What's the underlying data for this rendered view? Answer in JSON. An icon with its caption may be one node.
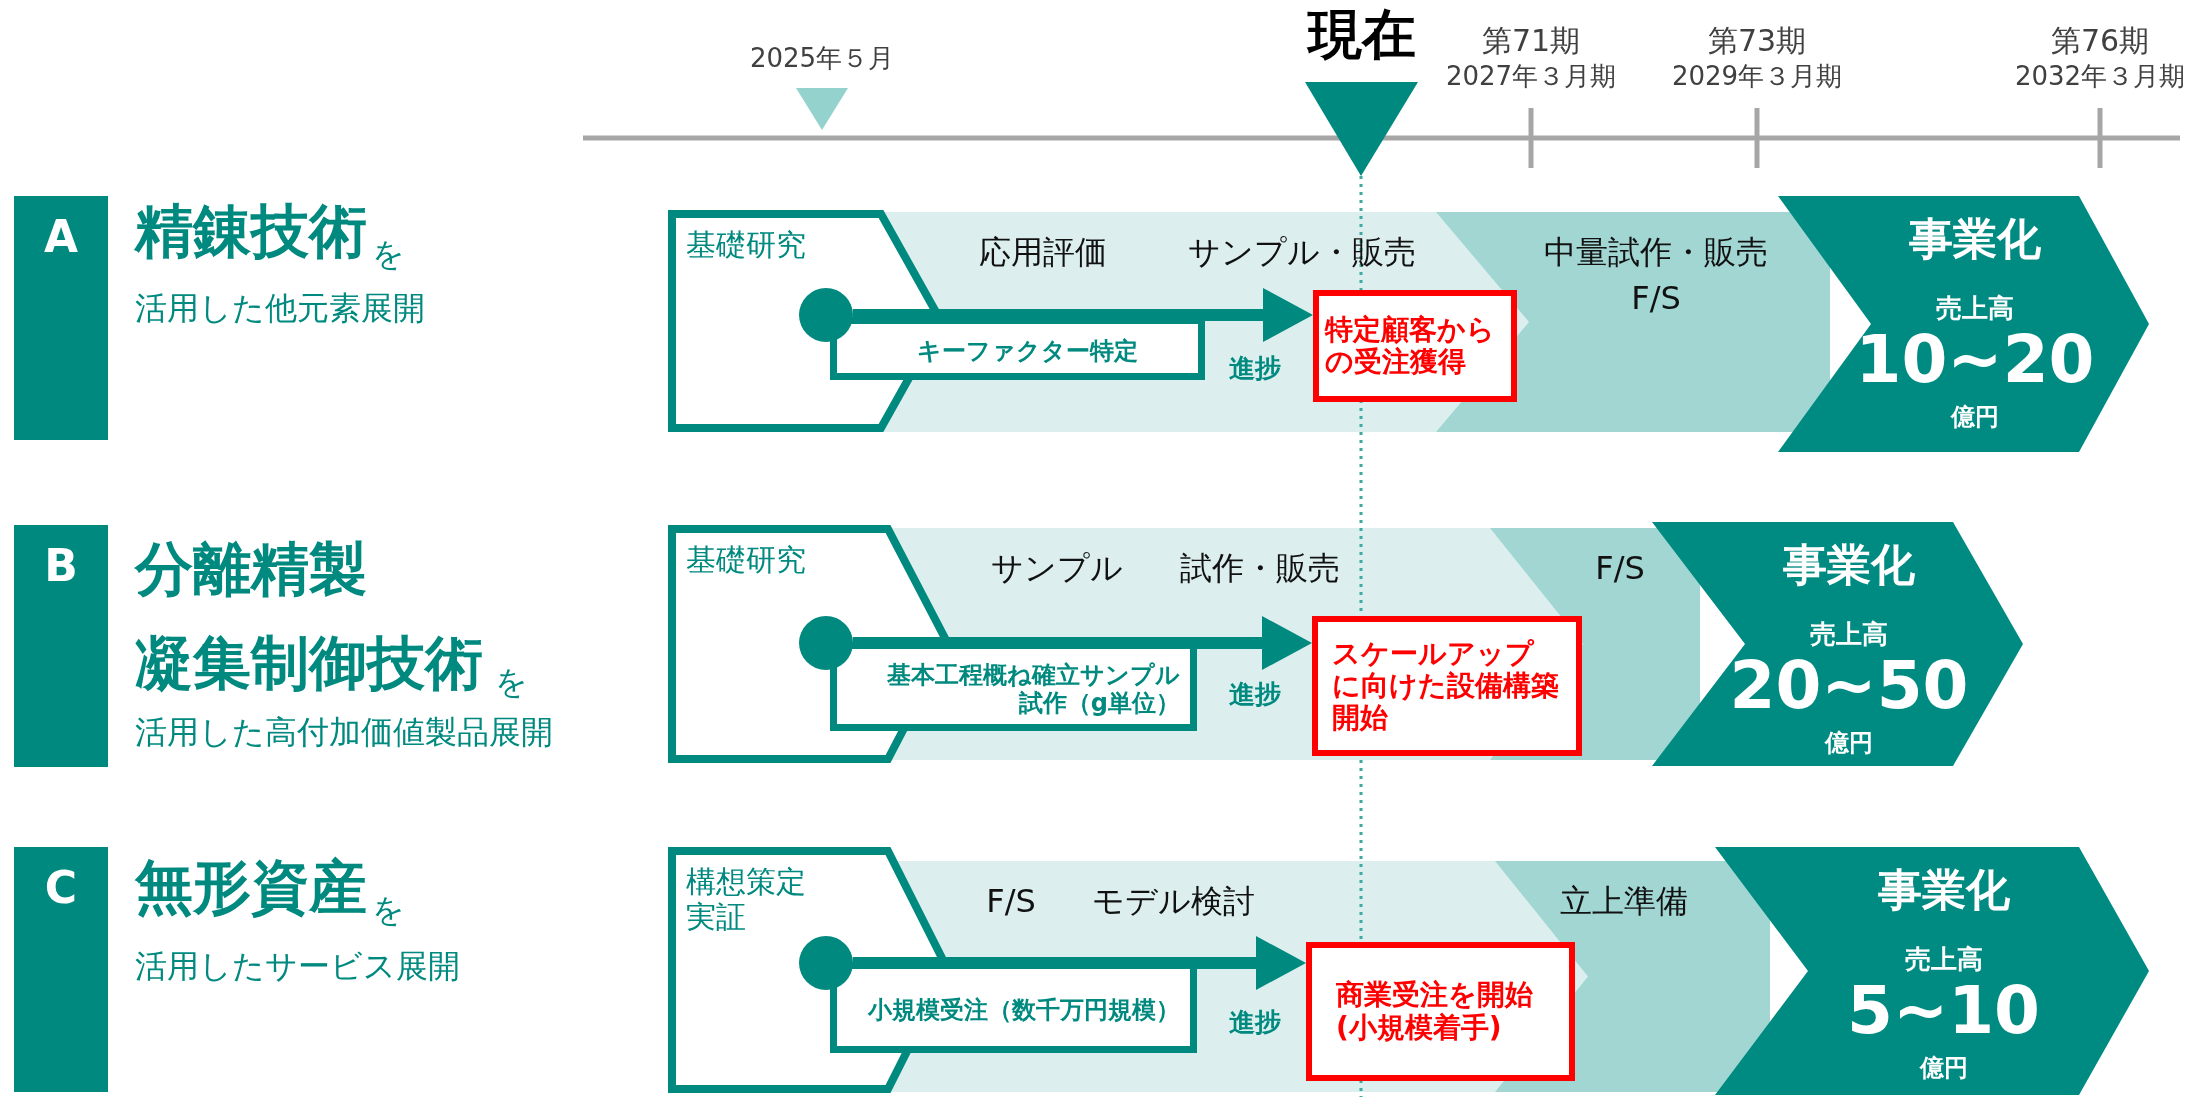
{
  "diagram": {
    "nodes": [
      {
        "text": [
          "A"
        ],
        "beside": [
          "精錬技術",
          "を",
          "活用した他元素展開"
        ]
      },
      {
        "text": [
          "応用評価",
          "サンプル・販売"
        ]
      },
      {
        "text": [
          "基礎研究"
        ],
        "in": 1
      },
      {
        "text": [
          "中量試作・販売",
          "F/S"
        ]
      },
      {
        "text": [
          "事業化",
          "売上高",
          "10~20",
          "億円"
        ]
      },
      {
        "text": [],
        "shape": "circle",
        "in": 2
      },
      {
        "text": [
          "キーファクター特定"
        ],
        "in": 1
      },
      {
        "text": [
          "特定顧客からの受注獲得"
        ],
        "in": 1
      },
      {
        "text": [
          "B"
        ],
        "beside": [
          "分離精製",
          "凝集制御技術",
          "を",
          "活用した高付加価値製品展開"
        ]
      },
      {
        "text": [
          "サンプル",
          "試作・販売"
        ]
      },
      {
        "text": [
          "基礎研究"
        ],
        "in": 9
      },
      {
        "text": [
          "F/S"
        ]
      },
      {
        "text": [
          "事業化",
          "売上高",
          "20~50",
          "億円"
        ]
      },
      {
        "text": [],
        "shape": "circle",
        "in": 10
      },
      {
        "text": [
          "基本工程概ね確立サンプル試作（g単位）"
        ],
        "in": 9
      },
      {
        "text": [
          "スケールアップに向けた設備構築開始"
        ],
        "in": 9
      },
      {
        "text": [
          "C"
        ],
        "beside": [
          "無形資産",
          "を",
          "活用したサービス展開"
        ]
      },
      {
        "text": [
          "F/S",
          "モデル検討"
        ]
      },
      {
        "text": [
          "構想策定実証"
        ],
        "in": 17
      },
      {
        "text": [
          "立上準備"
        ]
      },
      {
        "text": [
          "事業化",
          "売上高",
          "5~10",
          "億円"
        ]
      },
      {
        "text": [],
        "shape": "circle",
        "in": 18
      },
      {
        "text": [
          "小規模受注（数千万円規模）"
        ],
        "in": 17
      },
      {
        "text": [
          "商業受注を開始(小規模着手)"
        ],
        "in": 17
      }
    ],
    "edges": [
      {
        "from": 5,
        "to": 7,
        "arrow": "to"
      },
      {
        "from": 13,
        "to": 15,
        "arrow": "to"
      },
      {
        "from": 21,
        "to": 23,
        "arrow": "to"
      }
    ],
    "labels": [
      "現在",
      "第71期",
      "第73期",
      "第76期",
      "2025年５月",
      "2027年３月期",
      "2029年３月期",
      "2032年３月期",
      "進捗",
      "進捗",
      "進捗"
    ]
  }
}
